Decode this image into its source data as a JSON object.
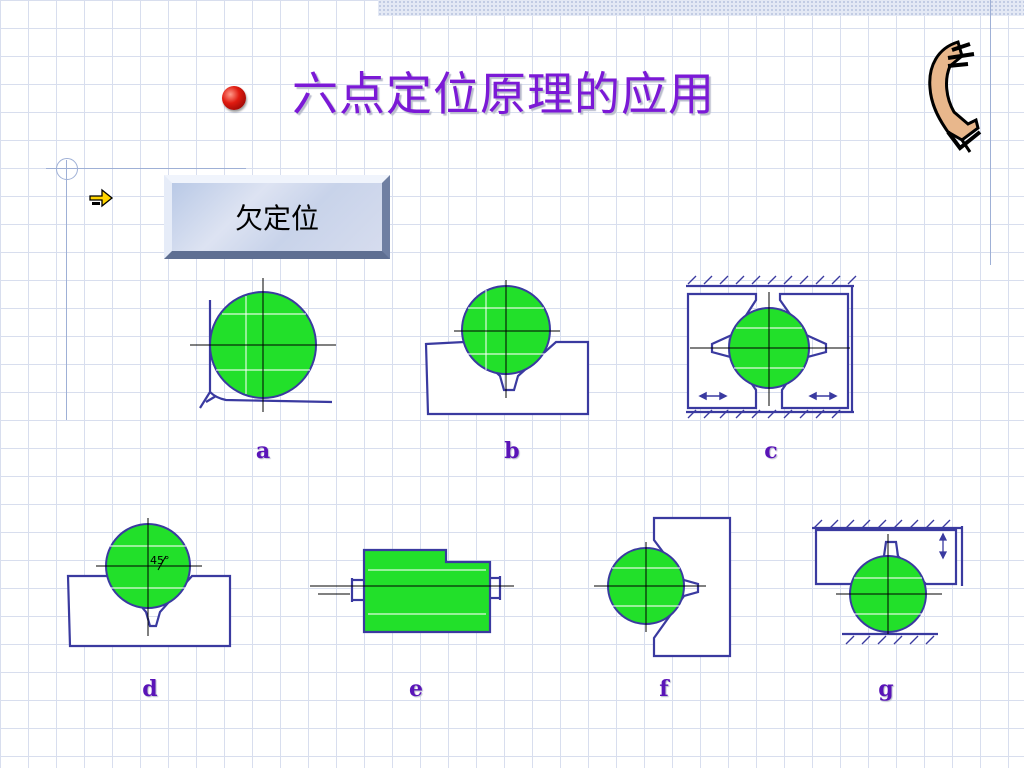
{
  "title": "六点定位原理的应用",
  "button_label": "欠定位",
  "figure_labels": [
    "a",
    "b",
    "c",
    "d",
    "e",
    "f",
    "g"
  ],
  "notes": {
    "angle_mark": "45°"
  },
  "icons": [
    "red-ball-bullet-icon",
    "arrow-bullet-icon",
    "hand-logo-icon"
  ],
  "colors": {
    "title": "#7b19d6",
    "workpiece": "#22e02a",
    "outline": "#3a3aa0",
    "label": "#5a14b8"
  }
}
